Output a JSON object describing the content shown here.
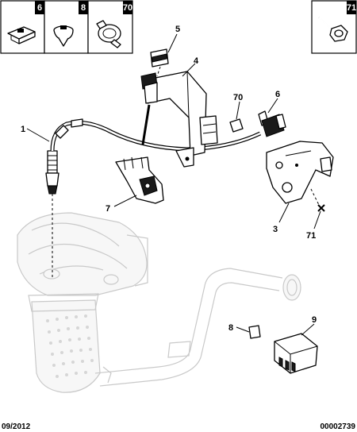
{
  "header_boxes": [
    {
      "label": "6"
    },
    {
      "label": "8"
    },
    {
      "label": "70"
    },
    {
      "label": "71"
    }
  ],
  "callouts": [
    {
      "label": "1"
    },
    {
      "label": "3"
    },
    {
      "label": "4"
    },
    {
      "label": "5"
    },
    {
      "label": "6"
    },
    {
      "label": "7"
    },
    {
      "label": "8"
    },
    {
      "label": "9"
    },
    {
      "label": "70"
    },
    {
      "label": "71"
    }
  ],
  "footer": {
    "date": "09/2012",
    "reference": "00002739"
  }
}
